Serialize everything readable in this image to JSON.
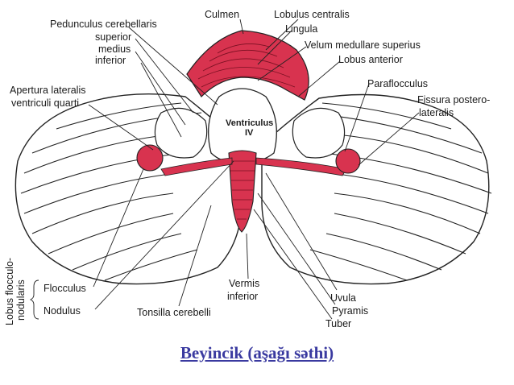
{
  "caption": "Beyincik (aşağı səthi)",
  "labels": {
    "culmen": "Culmen",
    "lobulus_centralis": "Lobulus centralis",
    "lingula": "Lingula",
    "pedunculus": "Pedunculus cerebellaris",
    "superior": "superior",
    "medius": "medius",
    "inferior": "inferior",
    "velum": "Velum medullare superius",
    "lobus_anterior": "Lobus anterior",
    "apertura_1": "Apertura lateralis",
    "apertura_2": "ventriculi quarti",
    "paraflocculus": "Paraflocculus",
    "fissura_1": "Fissura postero-",
    "fissura_2": "lateralis",
    "ventriculus_1": "Ventriculus",
    "ventriculus_2": "IV",
    "lobus_flocculo_1": "Lobus flocculo-",
    "lobus_flocculo_2": "nodularis",
    "flocculus": "Flocculus",
    "nodulus": "Nodulus",
    "tonsilla": "Tonsilla cerebelli",
    "vermis_1": "Vermis",
    "vermis_2": "inferior",
    "uvula": "Uvula",
    "pyramis": "Pyramis",
    "tuber": "Tuber"
  },
  "colors": {
    "vermis_red": "#d8334f",
    "outline": "#222222",
    "caption": "#3a3aa0"
  }
}
